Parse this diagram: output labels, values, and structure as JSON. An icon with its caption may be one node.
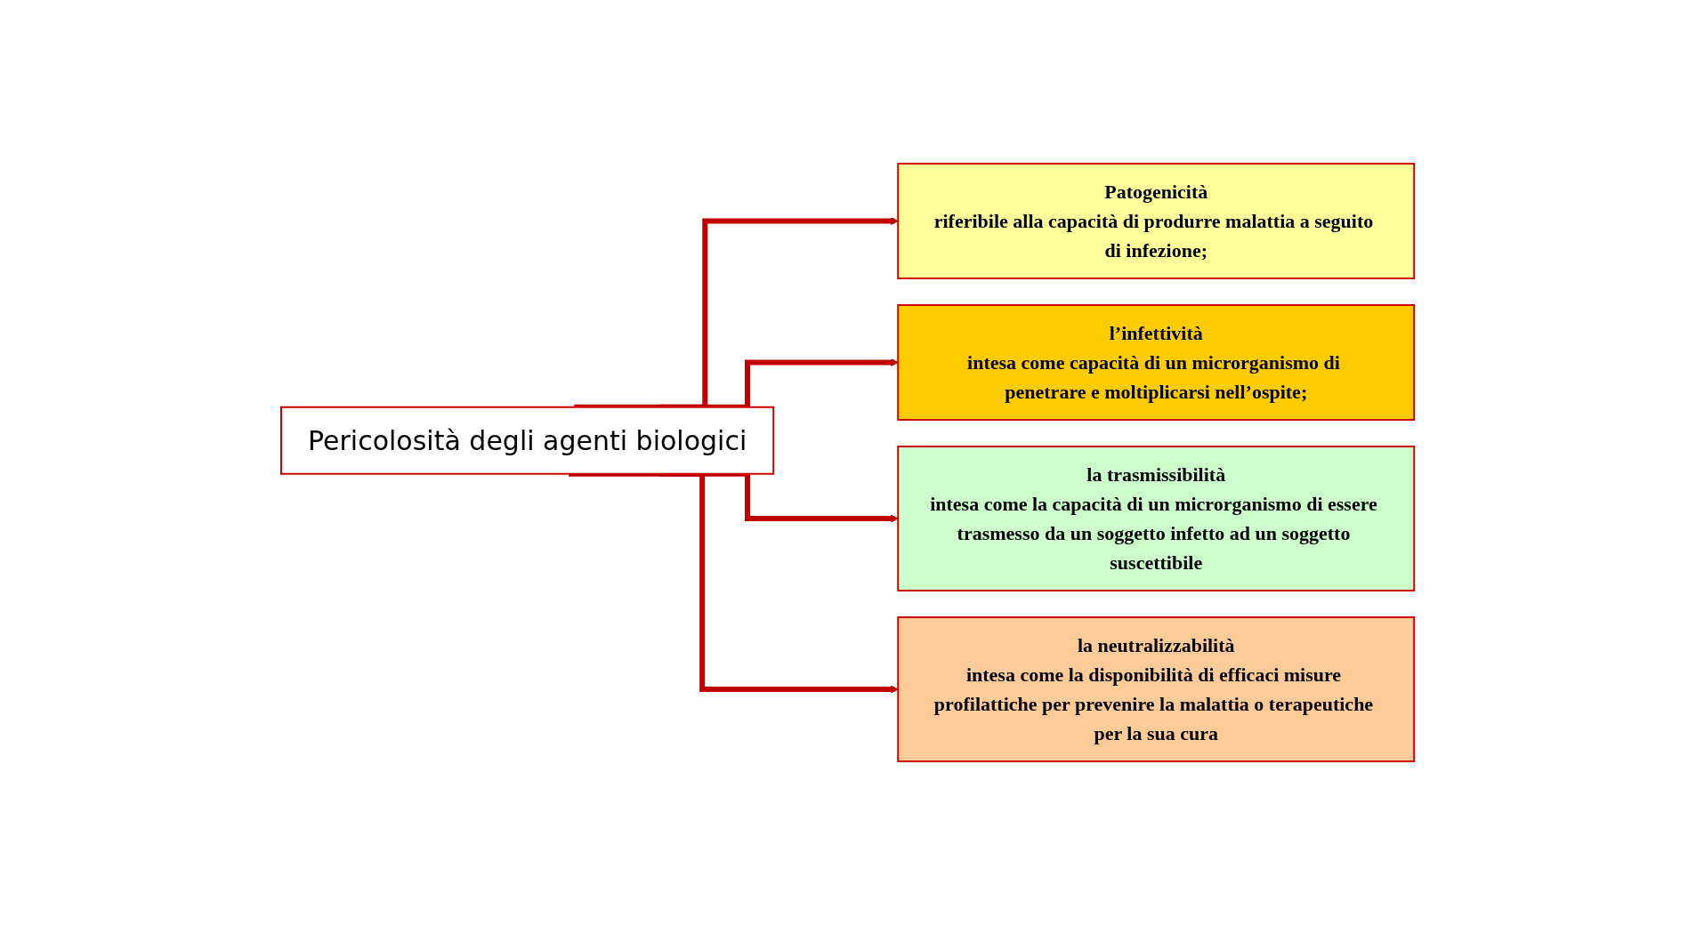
{
  "diagram": {
    "nodes": [
      {
        "text": [
          "Pericolosità degli agenti biologici"
        ]
      },
      {
        "text": [
          "Patogenicità",
          "riferibile alla capacità di produrre malattia a seguito di infezione;"
        ]
      },
      {
        "text": [
          "l’infettività",
          "intesa come capacità di un microrganismo di penetrare e moltiplicarsi nell’ospite;"
        ]
      },
      {
        "text": [
          "la trasmissibilità",
          "intesa come la capacità di un microrganismo di essere trasmesso da un soggetto infetto ad un soggetto suscettibile"
        ]
      },
      {
        "text": [
          "la neutralizzabilità",
          "intesa come la disponibilità di efficaci misure profilattiche per prevenire la malattia o terapeutiche per la sua cura"
        ]
      }
    ],
    "edges": [
      {
        "from": 0,
        "to": 1,
        "arrow": "to"
      },
      {
        "from": 0,
        "to": 2,
        "arrow": "to"
      },
      {
        "from": 0,
        "to": 3,
        "arrow": "to"
      },
      {
        "from": 0,
        "to": 4,
        "arrow": "to"
      }
    ]
  }
}
